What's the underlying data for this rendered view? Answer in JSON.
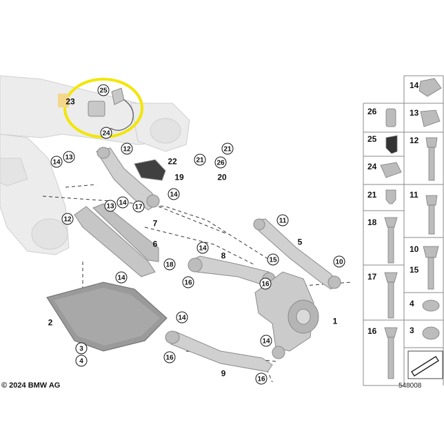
{
  "footer": {
    "copyright": "© 2024 BMW AG",
    "document_number": "548008"
  },
  "colors": {
    "highlight_ring": "#f2e600",
    "part_grey": "#c9c9c9",
    "frame_light": "#e9e9e9",
    "dash": "#333333"
  },
  "callouts": [
    {
      "id": "c25-top",
      "text": "25"
    },
    {
      "id": "c24-top",
      "text": "24"
    },
    {
      "id": "c23-top",
      "text": "23"
    },
    {
      "id": "c13-a",
      "text": "13"
    },
    {
      "id": "c14-a",
      "text": "14"
    },
    {
      "id": "c12-a",
      "text": "12"
    },
    {
      "id": "c21-a",
      "text": "21"
    },
    {
      "id": "c26-a",
      "text": "26"
    },
    {
      "id": "c22",
      "text": "22"
    },
    {
      "id": "c21-b",
      "text": "21"
    },
    {
      "id": "c19",
      "text": "19"
    },
    {
      "id": "c20",
      "text": "20"
    },
    {
      "id": "c14-b",
      "text": "14"
    },
    {
      "id": "c14-c",
      "text": "14"
    },
    {
      "id": "c17",
      "text": "17"
    },
    {
      "id": "c13-b",
      "text": "13"
    },
    {
      "id": "c7",
      "text": "7"
    },
    {
      "id": "c12-b",
      "text": "12"
    },
    {
      "id": "c6",
      "text": "6"
    },
    {
      "id": "c18",
      "text": "18"
    },
    {
      "id": "c14-d",
      "text": "14"
    },
    {
      "id": "c11",
      "text": "11"
    },
    {
      "id": "c5",
      "text": "5"
    },
    {
      "id": "c14-e",
      "text": "14"
    },
    {
      "id": "c8",
      "text": "8"
    },
    {
      "id": "c15-a",
      "text": "15"
    },
    {
      "id": "c10",
      "text": "10"
    },
    {
      "id": "c16-a",
      "text": "16"
    },
    {
      "id": "c16-b",
      "text": "16"
    },
    {
      "id": "c2",
      "text": "2"
    },
    {
      "id": "c1",
      "text": "1"
    },
    {
      "id": "c14-f",
      "text": "14"
    },
    {
      "id": "c14-g",
      "text": "14"
    },
    {
      "id": "c16-c",
      "text": "16"
    },
    {
      "id": "c3",
      "text": "3"
    },
    {
      "id": "c4",
      "text": "4"
    },
    {
      "id": "c9",
      "text": "9"
    },
    {
      "id": "c16-d",
      "text": "16"
    }
  ],
  "legend": {
    "left": [
      "26",
      "25",
      "24",
      "21",
      "18",
      "17",
      "16"
    ],
    "right": [
      "14",
      "13",
      "12",
      "11",
      "10",
      "15",
      "4",
      "3"
    ]
  }
}
